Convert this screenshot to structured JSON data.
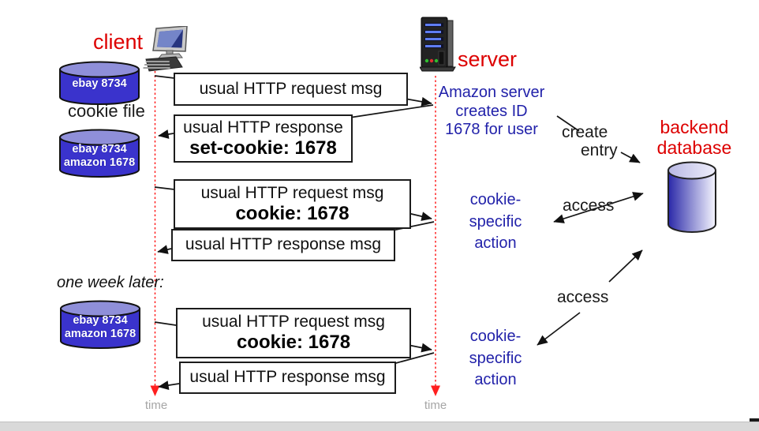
{
  "labels": {
    "client": "client",
    "server": "server",
    "cookie_file": "cookie file",
    "one_week_later": "one week later:",
    "time": "time",
    "access": "access",
    "create": "create",
    "entry": "entry",
    "backend_l1": "backend",
    "backend_l2": "database"
  },
  "cookie_store": {
    "ebay": "ebay 8734",
    "amazon": "amazon 1678"
  },
  "messages": {
    "http_request": "usual HTTP request msg",
    "http_response": "usual HTTP response",
    "http_response_msg": "usual HTTP response msg",
    "set_cookie": "set-cookie: 1678",
    "cookie": "cookie: 1678"
  },
  "server_notes": {
    "amazon_l1": "Amazon server",
    "amazon_l2": "creates ID",
    "amazon_l3": "1678 for user",
    "cookie_specific_l1": "cookie-",
    "cookie_specific_l2": "specific",
    "cookie_specific_l3": "action"
  },
  "colors": {
    "label_red": "#dd0000",
    "note_blue": "#2222aa",
    "cylinder_blue": "#3a33cc",
    "cylinder_top": "#8f8fd9",
    "timeline_red": "#ff1f1f",
    "time_gray": "#a6a6a6"
  }
}
